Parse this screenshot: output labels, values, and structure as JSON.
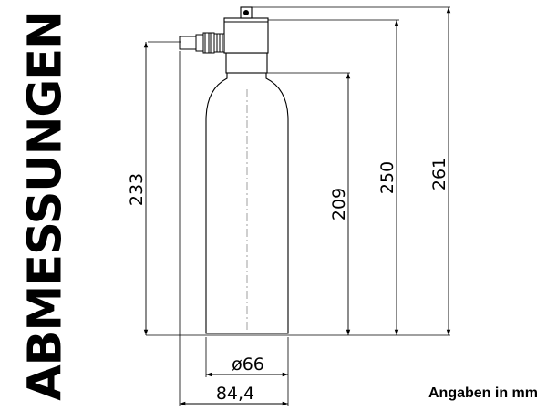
{
  "title": "ABMESSUNGEN",
  "units_note": "Angaben in mm",
  "dimensions": {
    "height_to_valve": "233",
    "cylinder_height": "209",
    "height_to_shoulder": "250",
    "total_height": "261",
    "cylinder_diameter": "ø66",
    "overall_width": "84,4"
  },
  "colors": {
    "line": "#000000",
    "background": "#ffffff",
    "centerline": "#888888"
  }
}
